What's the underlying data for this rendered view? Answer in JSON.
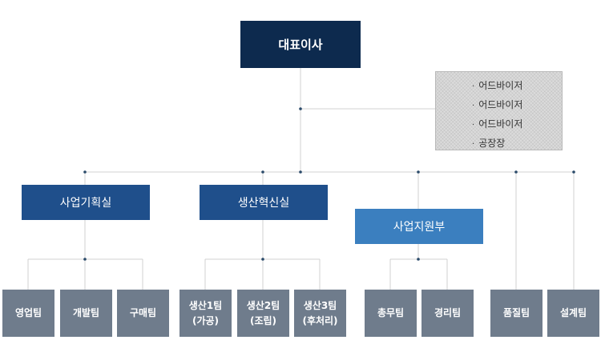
{
  "ceo": {
    "label": "대표이사"
  },
  "advisors": [
    {
      "label": "어드바이저"
    },
    {
      "label": "어드바이저"
    },
    {
      "label": "어드바이저"
    },
    {
      "label": "공장장"
    }
  ],
  "bullet_glyph": "·",
  "departments": {
    "planning": {
      "label": "사업기획실"
    },
    "innovation": {
      "label": "생산혁신실"
    },
    "support": {
      "label": "사업지원부"
    }
  },
  "teams": {
    "sales": {
      "label": "영업팀"
    },
    "development": {
      "label": "개발팀"
    },
    "purchasing": {
      "label": "구매팀"
    },
    "production1": {
      "line1": "생산1팀",
      "line2": "(가공)"
    },
    "production2": {
      "line1": "생산2팀",
      "line2": "(조립)"
    },
    "production3": {
      "line1": "생산3팀",
      "line2": "(후처리)"
    },
    "general": {
      "label": "총무팀"
    },
    "accounting": {
      "label": "경리팀"
    },
    "quality": {
      "label": "품질팀"
    },
    "design": {
      "label": "설계팀"
    }
  },
  "colors": {
    "ceo": "#0d2a4e",
    "department": "#1f4f8b",
    "department_light": "#3b7fbf",
    "team": "#6f7c8c",
    "connector": "#d0d0d0",
    "node_dot": "#2a4a6a"
  }
}
